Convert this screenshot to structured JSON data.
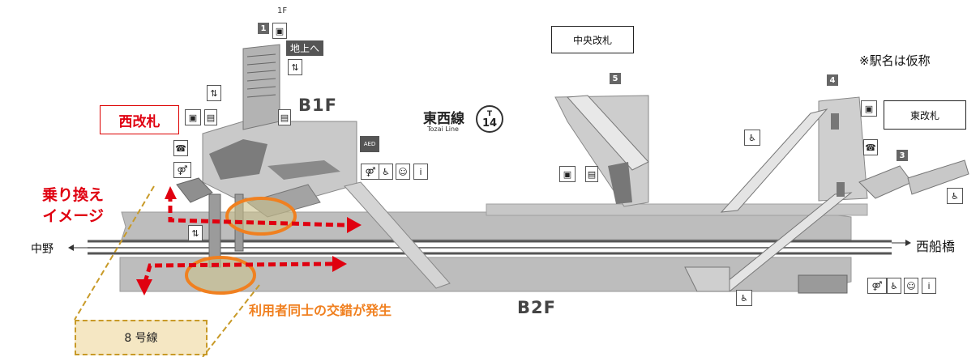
{
  "labels": {
    "central_gate": "中央改札",
    "east_gate": "東改札",
    "west_gate": "西改札",
    "note": "※駅名は仮称",
    "line_name_jp": "東西線",
    "line_name_en": "Tozai Line",
    "station_code_letter": "T",
    "station_code_number": "14",
    "floor_b1": "B1F",
    "floor_b2": "B2F",
    "floor_1f": "1F",
    "to_ground": "地上へ",
    "transfer_image": "乗り換え\nイメージ",
    "crossing_text": "利用者同士の交錯が発生",
    "line8": "8 号線",
    "west_direction": "中野",
    "east_direction": "西船橋",
    "aed": "AED"
  },
  "exits": [
    "1",
    "3",
    "4",
    "5"
  ],
  "facility_icons": {
    "b1f_group": [
      "restroom",
      "wheelchair",
      "baby",
      "info"
    ],
    "b2f_group": [
      "restroom",
      "wheelchair",
      "baby",
      "info"
    ]
  },
  "colors": {
    "highlight_red": "#e00010",
    "highlight_orange": "#f08020",
    "line8_fill": "#f5e7c3",
    "line8_border": "#c89a28"
  }
}
